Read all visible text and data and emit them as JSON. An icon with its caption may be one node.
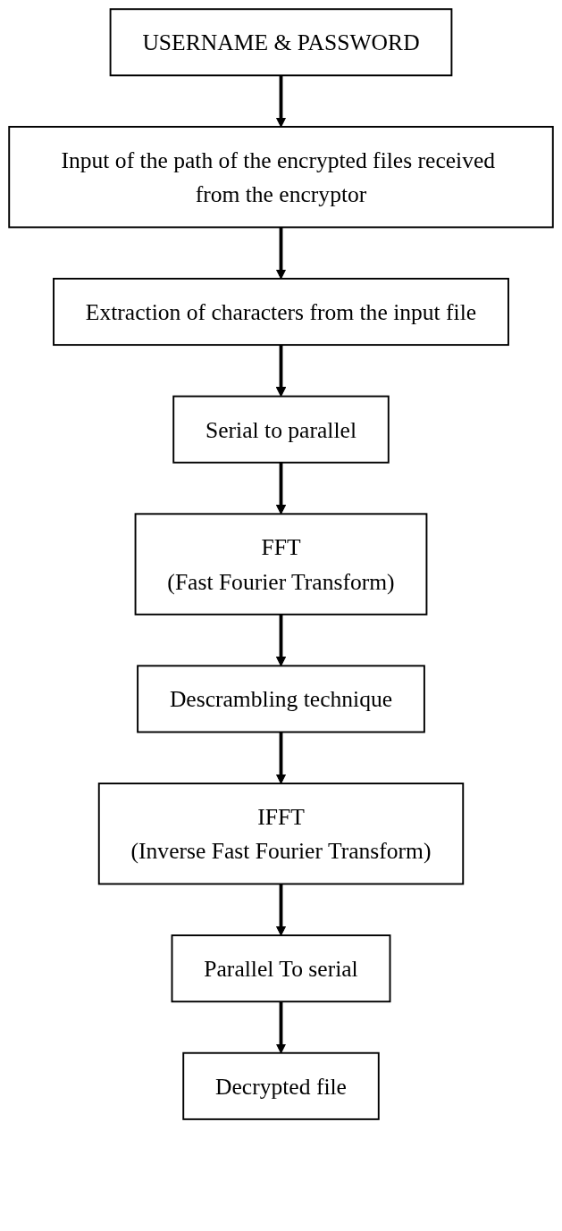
{
  "diagram": {
    "nodes": [
      {
        "text": [
          "USERNAME & PASSWORD"
        ]
      },
      {
        "text": [
          "Input of the path of the encrypted files received from the encryptor"
        ]
      },
      {
        "text": [
          "Extraction of characters from the input file"
        ]
      },
      {
        "text": [
          "Serial to parallel"
        ]
      },
      {
        "text": [
          "FFT",
          "(Fast Fourier Transform)"
        ]
      },
      {
        "text": [
          "Descrambling technique"
        ]
      },
      {
        "text": [
          "IFFT",
          "(Inverse Fast Fourier Transform)"
        ]
      },
      {
        "text": [
          "Parallel To serial"
        ]
      },
      {
        "text": [
          "Decrypted file"
        ]
      }
    ],
    "edges": [
      {
        "from": 0,
        "to": 1,
        "arrow": "to"
      },
      {
        "from": 1,
        "to": 2,
        "arrow": "to"
      },
      {
        "from": 2,
        "to": 3,
        "arrow": "to"
      },
      {
        "from": 3,
        "to": 4,
        "arrow": "to"
      },
      {
        "from": 4,
        "to": 5,
        "arrow": "to"
      },
      {
        "from": 5,
        "to": 6,
        "arrow": "to"
      },
      {
        "from": 6,
        "to": 7,
        "arrow": "to"
      },
      {
        "from": 7,
        "to": 8,
        "arrow": "to"
      }
    ]
  }
}
